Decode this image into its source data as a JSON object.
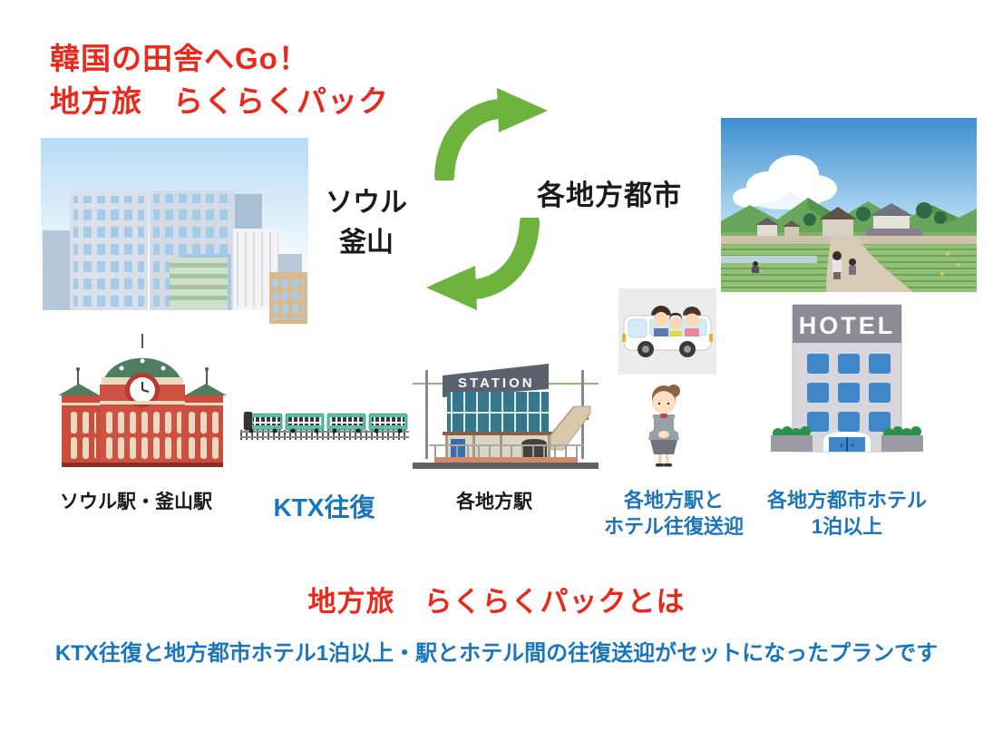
{
  "title": {
    "line1": "韓国の田舎へGo！",
    "line2": "地方旅　らくらくパック"
  },
  "cycle": {
    "origin_line1": "ソウル",
    "origin_line2": "釜山",
    "destination": "各地方都市"
  },
  "steps": {
    "seoul_busan_station": "ソウル駅・釜山駅",
    "ktx": "KTX往復",
    "regional_station": "各地方駅",
    "shuttle_line1": "各地方駅と",
    "shuttle_line2": "ホテル往復送迎",
    "hotel_line1": "各地方都市ホテル",
    "hotel_line2": "1泊以上"
  },
  "illustrations": {
    "station_sign": "STATION",
    "hotel_sign": "HOTEL"
  },
  "footer": {
    "heading": "地方旅　らくらくパックとは",
    "description": "KTX往復と地方都市ホテル1泊以上・駅とホテル間の往復送迎がセットになったプランです"
  },
  "colors": {
    "title_red": "#e8291c",
    "label_blue": "#1b75bc",
    "arrow_green": "#6eb33d",
    "text_black": "#1a1a1a"
  }
}
